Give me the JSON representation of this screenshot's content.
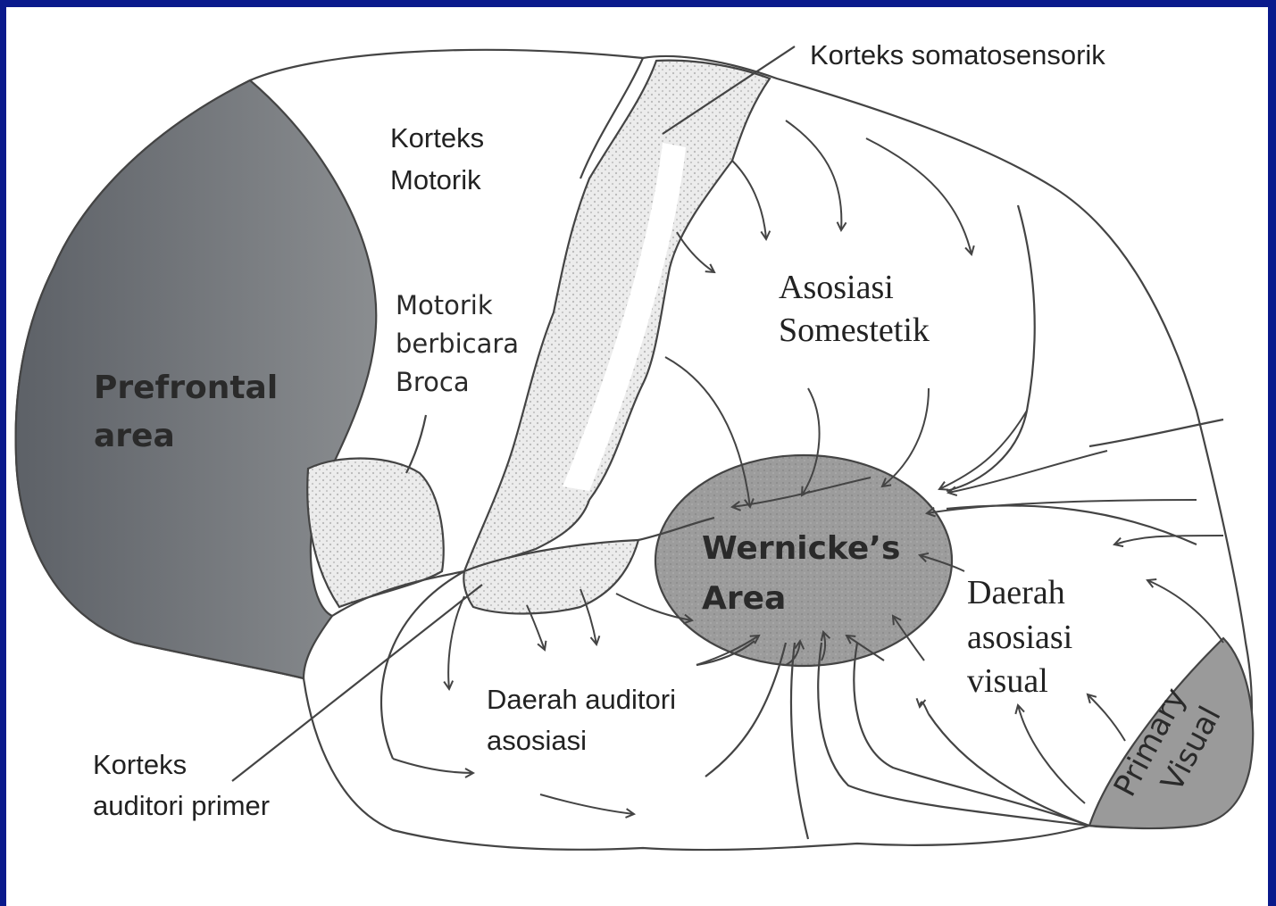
{
  "labels": {
    "korteks_somatosensorik": "Korteks somatosensorik",
    "korteks_motorik_line1": "Korteks",
    "korteks_motorik_line2": "Motorik",
    "broca_line1": "Motorik",
    "broca_line2": "berbicara",
    "broca_line3": "Broca",
    "prefrontal_line1": "Prefrontal",
    "prefrontal_line2": "area",
    "asosiasi_line1": "Asosiasi",
    "asosiasi_line2": "Somestetik",
    "wernicke_line1": "Wernicke’s",
    "wernicke_line2": "Area",
    "visual_assoc_line1": "Daerah",
    "visual_assoc_line2": "asosiasi",
    "visual_assoc_line3": "visual",
    "primary_visual_line1": "Primary",
    "primary_visual_line2": "Visual",
    "auditori_assoc_line1": "Daerah auditori",
    "auditori_assoc_line2": "asosiasi",
    "auditori_primer_line1": "Korteks",
    "auditori_primer_line2": "auditori primer"
  },
  "colors": {
    "frame": "#0a1a8c",
    "prefrontal": "#6f7378",
    "wernicke": "#9a9a9a",
    "primary_visual": "#9a9a9a",
    "stippled": "#e4e4e4"
  }
}
